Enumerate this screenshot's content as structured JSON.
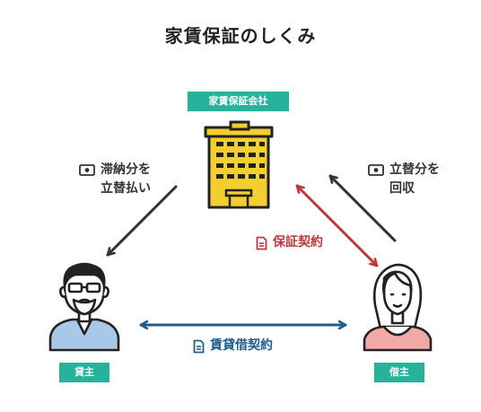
{
  "title": "家賃保証のしくみ",
  "parties": {
    "company": "家賃保証会社",
    "landlord": "貸主",
    "tenant": "借主"
  },
  "flows": {
    "payment_to_landlord": {
      "line1": "滞納分を",
      "line2": "立替払い"
    },
    "repayment_from_tenant": {
      "line1": "立替分を",
      "line2": "回収"
    },
    "guarantee_contract": "保証契約",
    "lease_contract": "賃貸借契約"
  },
  "colors": {
    "accent": "#27b29c",
    "guarantee": "#c2373c",
    "lease": "#1f5d8e",
    "building": "#f2cf2e",
    "landlord_shirt": "#a9c8e8",
    "tenant_top": "#f3a8a8"
  },
  "icons": [
    "banknote-icon",
    "document-icon",
    "office-building-icon",
    "landlord-avatar",
    "tenant-avatar"
  ]
}
